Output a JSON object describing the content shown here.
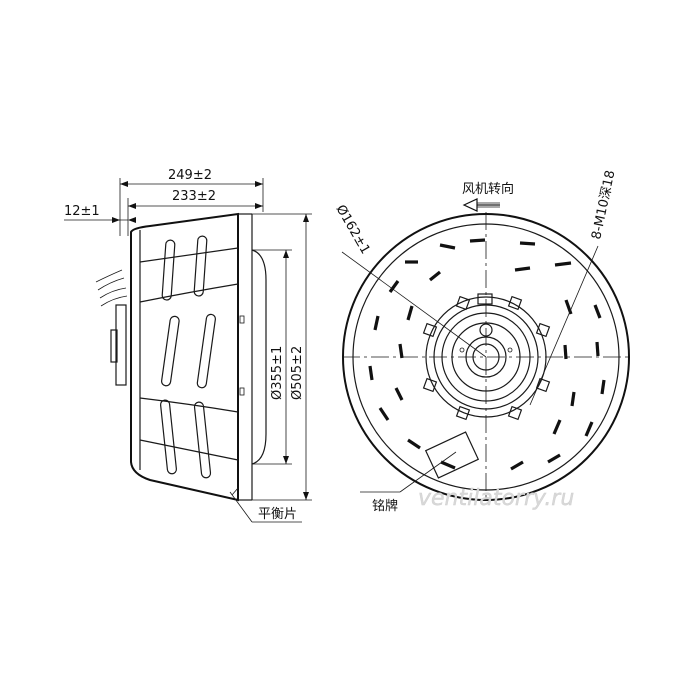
{
  "labels": {
    "width_overall": "249±2",
    "width_body": "233±2",
    "flange": "12±1",
    "dia_inner": "Ø355±1",
    "dia_outer": "Ø505±2",
    "dia_hub": "Ø162±1",
    "rotation": "风机转向",
    "holes": "8-M10深18",
    "nameplate": "铭牌",
    "balance": "平衡片"
  },
  "watermark": "ventilatorry.ru"
}
